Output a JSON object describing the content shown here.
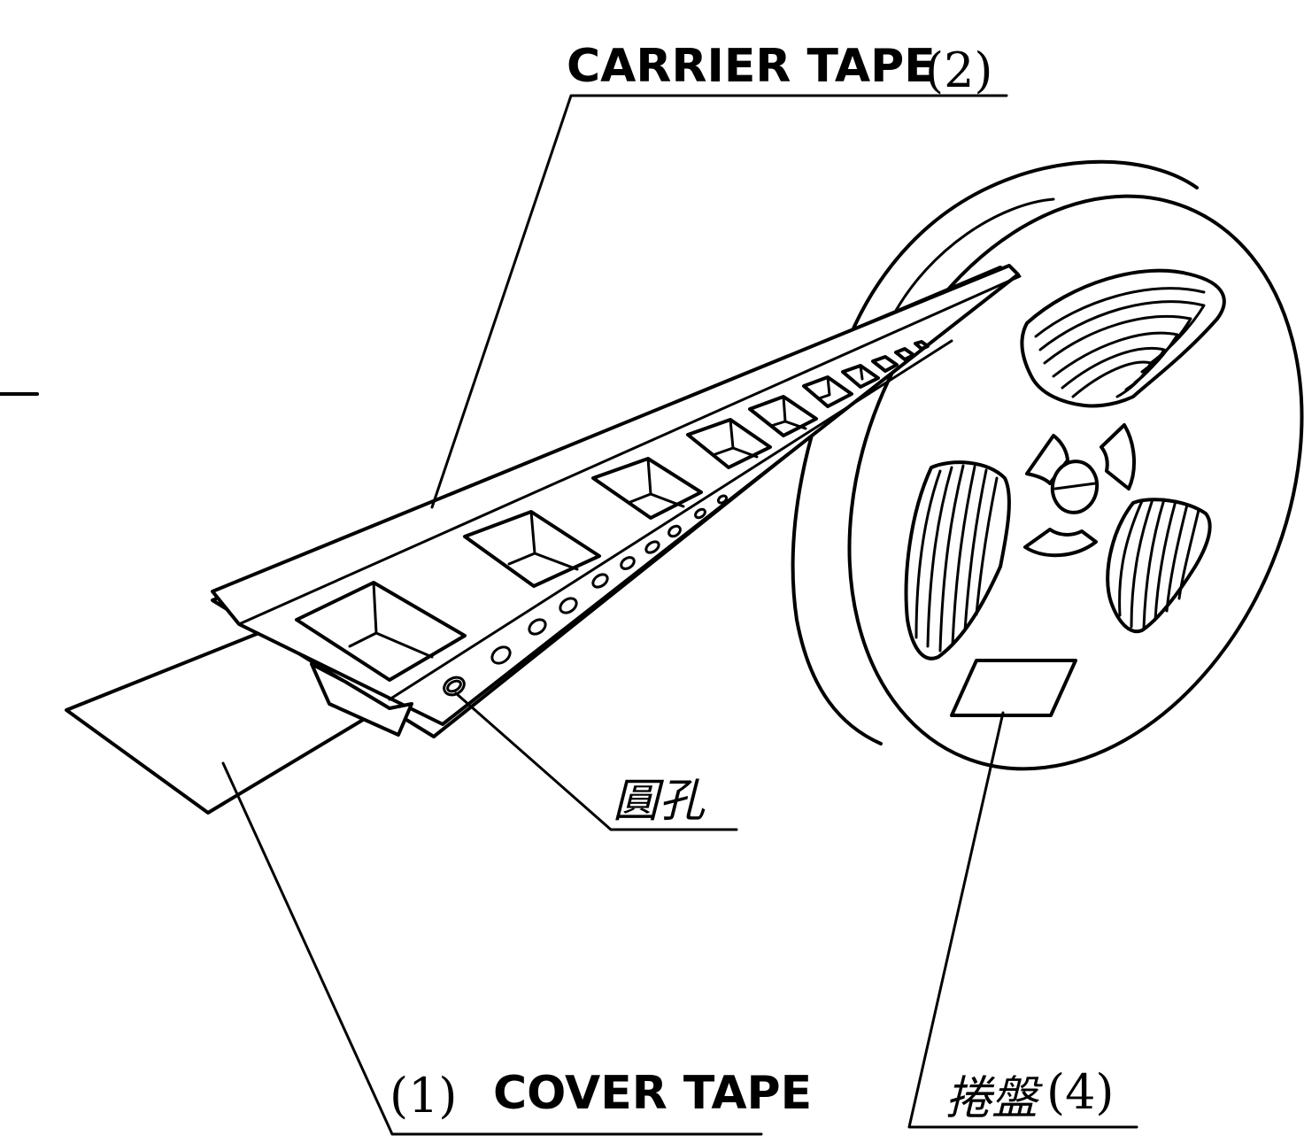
{
  "labels": {
    "carrier_tape": "CARRIER TAPE",
    "carrier_tape_num": "(2)",
    "cover_tape_num": "(1)",
    "cover_tape": "COVER TAPE",
    "round_hole": "圓孔",
    "reel": "捲盤",
    "reel_num": "(4)"
  },
  "colors": {
    "line": "#000000",
    "background": "#ffffff"
  }
}
